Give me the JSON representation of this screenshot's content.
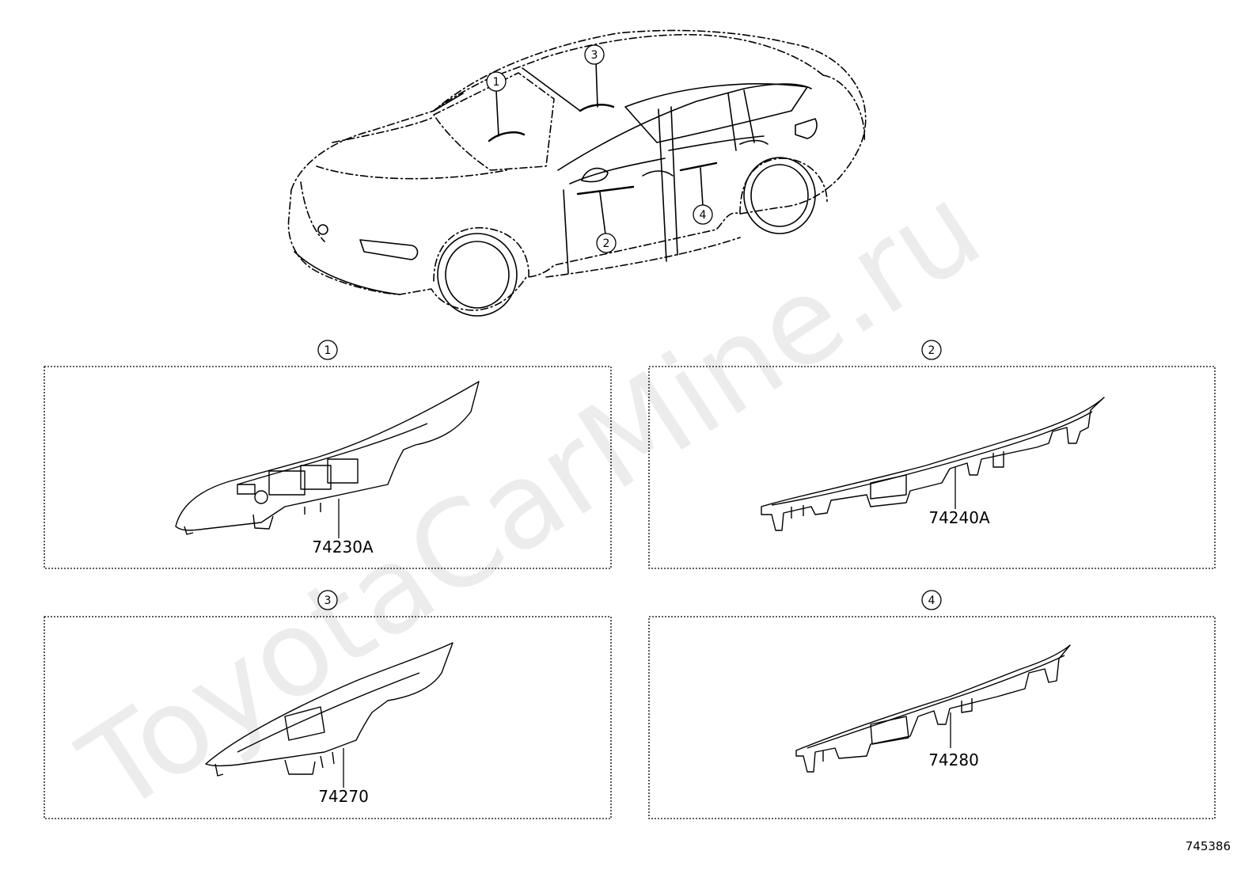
{
  "watermark": "ToyotaCarMine.ru",
  "figure_number": "745386",
  "car_callouts": [
    "1",
    "2",
    "3",
    "4"
  ],
  "panels": [
    {
      "callout": "1",
      "part": "74230A"
    },
    {
      "callout": "2",
      "part": "74240A"
    },
    {
      "callout": "3",
      "part": "74270"
    },
    {
      "callout": "4",
      "part": "74280"
    }
  ]
}
